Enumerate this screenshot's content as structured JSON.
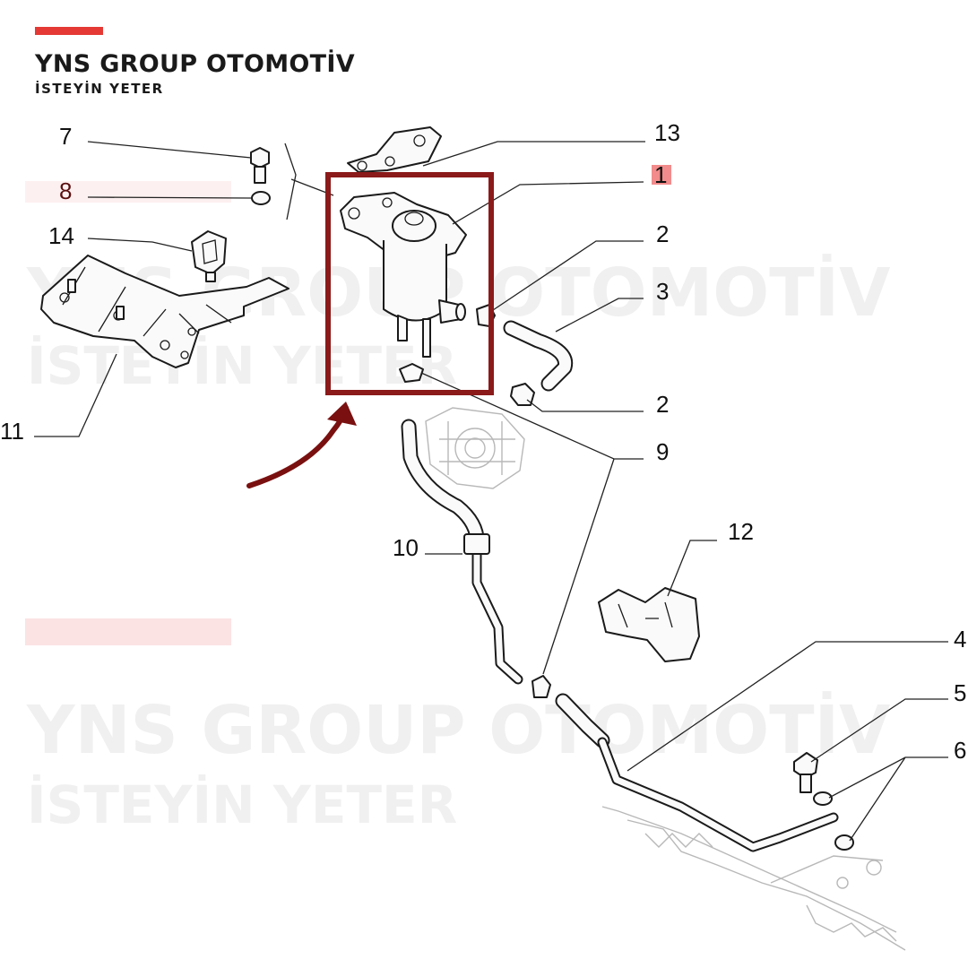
{
  "brand": {
    "name": "YNS GROUP OTOMOTİV",
    "slogan": "İSTEYİN YETER",
    "accent_color": "#e53935"
  },
  "watermark": {
    "name": "YNS GROUP OTOMOTİV",
    "slogan": "İSTEYİN YETER"
  },
  "callouts": [
    {
      "number": "7"
    },
    {
      "number": "8"
    },
    {
      "number": "14"
    },
    {
      "number": "11"
    },
    {
      "number": "13"
    },
    {
      "number": "1"
    },
    {
      "number": "2"
    },
    {
      "number": "3"
    },
    {
      "number": "2"
    },
    {
      "number": "9"
    },
    {
      "number": "10"
    },
    {
      "number": "12"
    },
    {
      "number": "4"
    },
    {
      "number": "5"
    },
    {
      "number": "6"
    }
  ],
  "highlight": {
    "box_color": "#8b1a1a",
    "arrow_color": "#7a1010",
    "marked_callout": "1",
    "marked_callout_color": "#f28b8b"
  }
}
